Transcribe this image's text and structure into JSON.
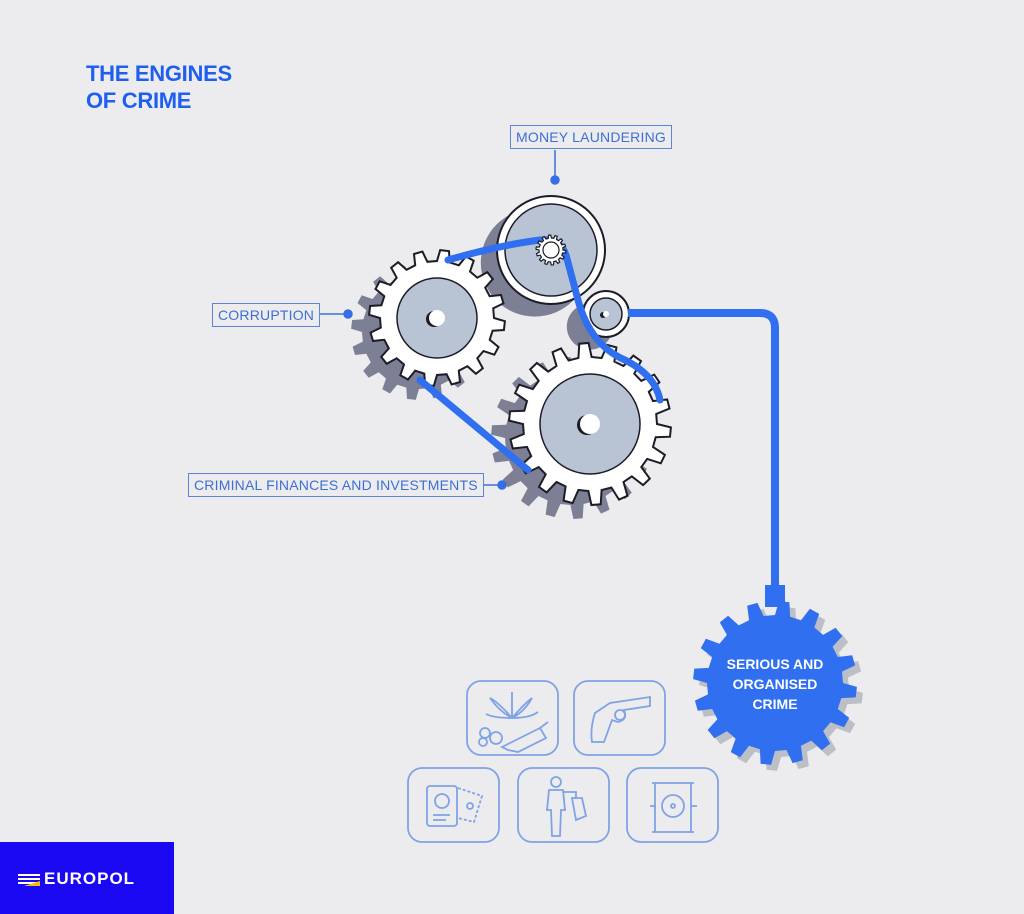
{
  "title": {
    "line1": "THE ENGINES",
    "line2": "OF CRIME"
  },
  "labels": {
    "money_laundering": "MONEY LAUNDERING",
    "corruption": "CORRUPTION",
    "criminal_finances": "CRIMINAL FINANCES AND INVESTMENTS"
  },
  "outcome": {
    "line1": "SERIOUS AND",
    "line2": "ORGANISED",
    "line3": "CRIME"
  },
  "icons": [
    "drugs-icon",
    "firearm-icon",
    "document-fraud-icon",
    "human-trafficking-icon",
    "hazardous-waste-icon"
  ],
  "logo": "EUROPOL",
  "colors": {
    "accent": "#2f6ff0",
    "background": "#ececee",
    "footer": "#1a08f2"
  }
}
